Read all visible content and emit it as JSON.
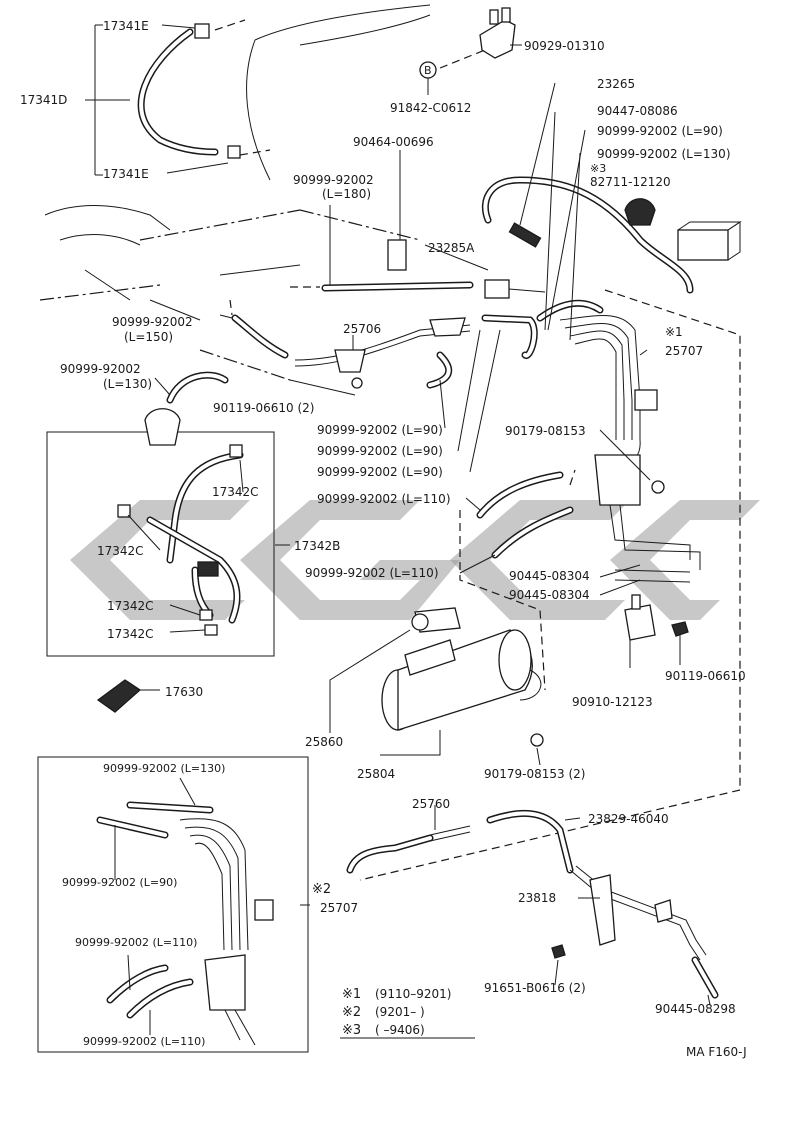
{
  "diagram": {
    "labels": {
      "p17341E_top": "17341E",
      "p17341D": "17341D",
      "p17341E_bot": "17341E",
      "p90929": "90929-01310",
      "p91842": "91842-C0612",
      "pB": "B",
      "p23265": "23265",
      "p90447": "90447-08086",
      "p90999_L90_top": "90999-92002 (L=90)",
      "p90999_L130_top": "90999-92002 (L=130)",
      "p82711_mark": "※3",
      "p82711": "82711-12120",
      "p90464": "90464-00696",
      "p90999_L180_a": "90999-92002",
      "p90999_L180_b": "(L=180)",
      "p23285A": "23285A",
      "p90999_L150_a": "90999-92002",
      "p90999_L150_b": "(L=150)",
      "p25706": "25706",
      "p25707_mark": "※1",
      "p25707": "25707",
      "p90999_L130_left_a": "90999-92002",
      "p90999_L130_left_b": "(L=130)",
      "p90119_2": "90119-06610 (2)",
      "p90999_L90_m1": "90999-92002 (L=90)",
      "p90999_L90_m2": "90999-92002 (L=90)",
      "p90999_L90_m3": "90999-92002 (L=90)",
      "p90179": "90179-08153",
      "p17342C_1": "17342C",
      "p90999_L110_1": "90999-92002 (L=110)",
      "p17342C_2": "17342C",
      "p17342B": "17342B",
      "p90999_L110_2": "90999-92002 (L=110)",
      "p90445_a": "90445-08304",
      "p90445_b": "90445-08304",
      "p17342C_3": "17342C",
      "p17342C_4": "17342C",
      "p90119": "90119-06610",
      "p17630": "17630",
      "p90910": "90910-12123",
      "p25860": "25860",
      "p25804": "25804",
      "p90179_2": "90179-08153 (2)",
      "i90999_L130": "90999-92002 (L=130)",
      "i90999_L90": "90999-92002 (L=90)",
      "i25707_mark": "※2",
      "i25707": "25707",
      "i90999_L110_a": "90999-92002 (L=110)",
      "i90999_L110_b": "90999-92002 (L=110)",
      "p25760": "25760",
      "p23829": "23829-46040",
      "p23818": "23818",
      "p91651": "91651-B0616 (2)",
      "p90445_08298": "90445-08298"
    },
    "legend": [
      {
        "mark": "※1",
        "text": "(9110–9201)"
      },
      {
        "mark": "※2",
        "text": "(9201–      )"
      },
      {
        "mark": "※3",
        "text": "(      –9406)"
      }
    ],
    "code": "MA F160-J"
  }
}
